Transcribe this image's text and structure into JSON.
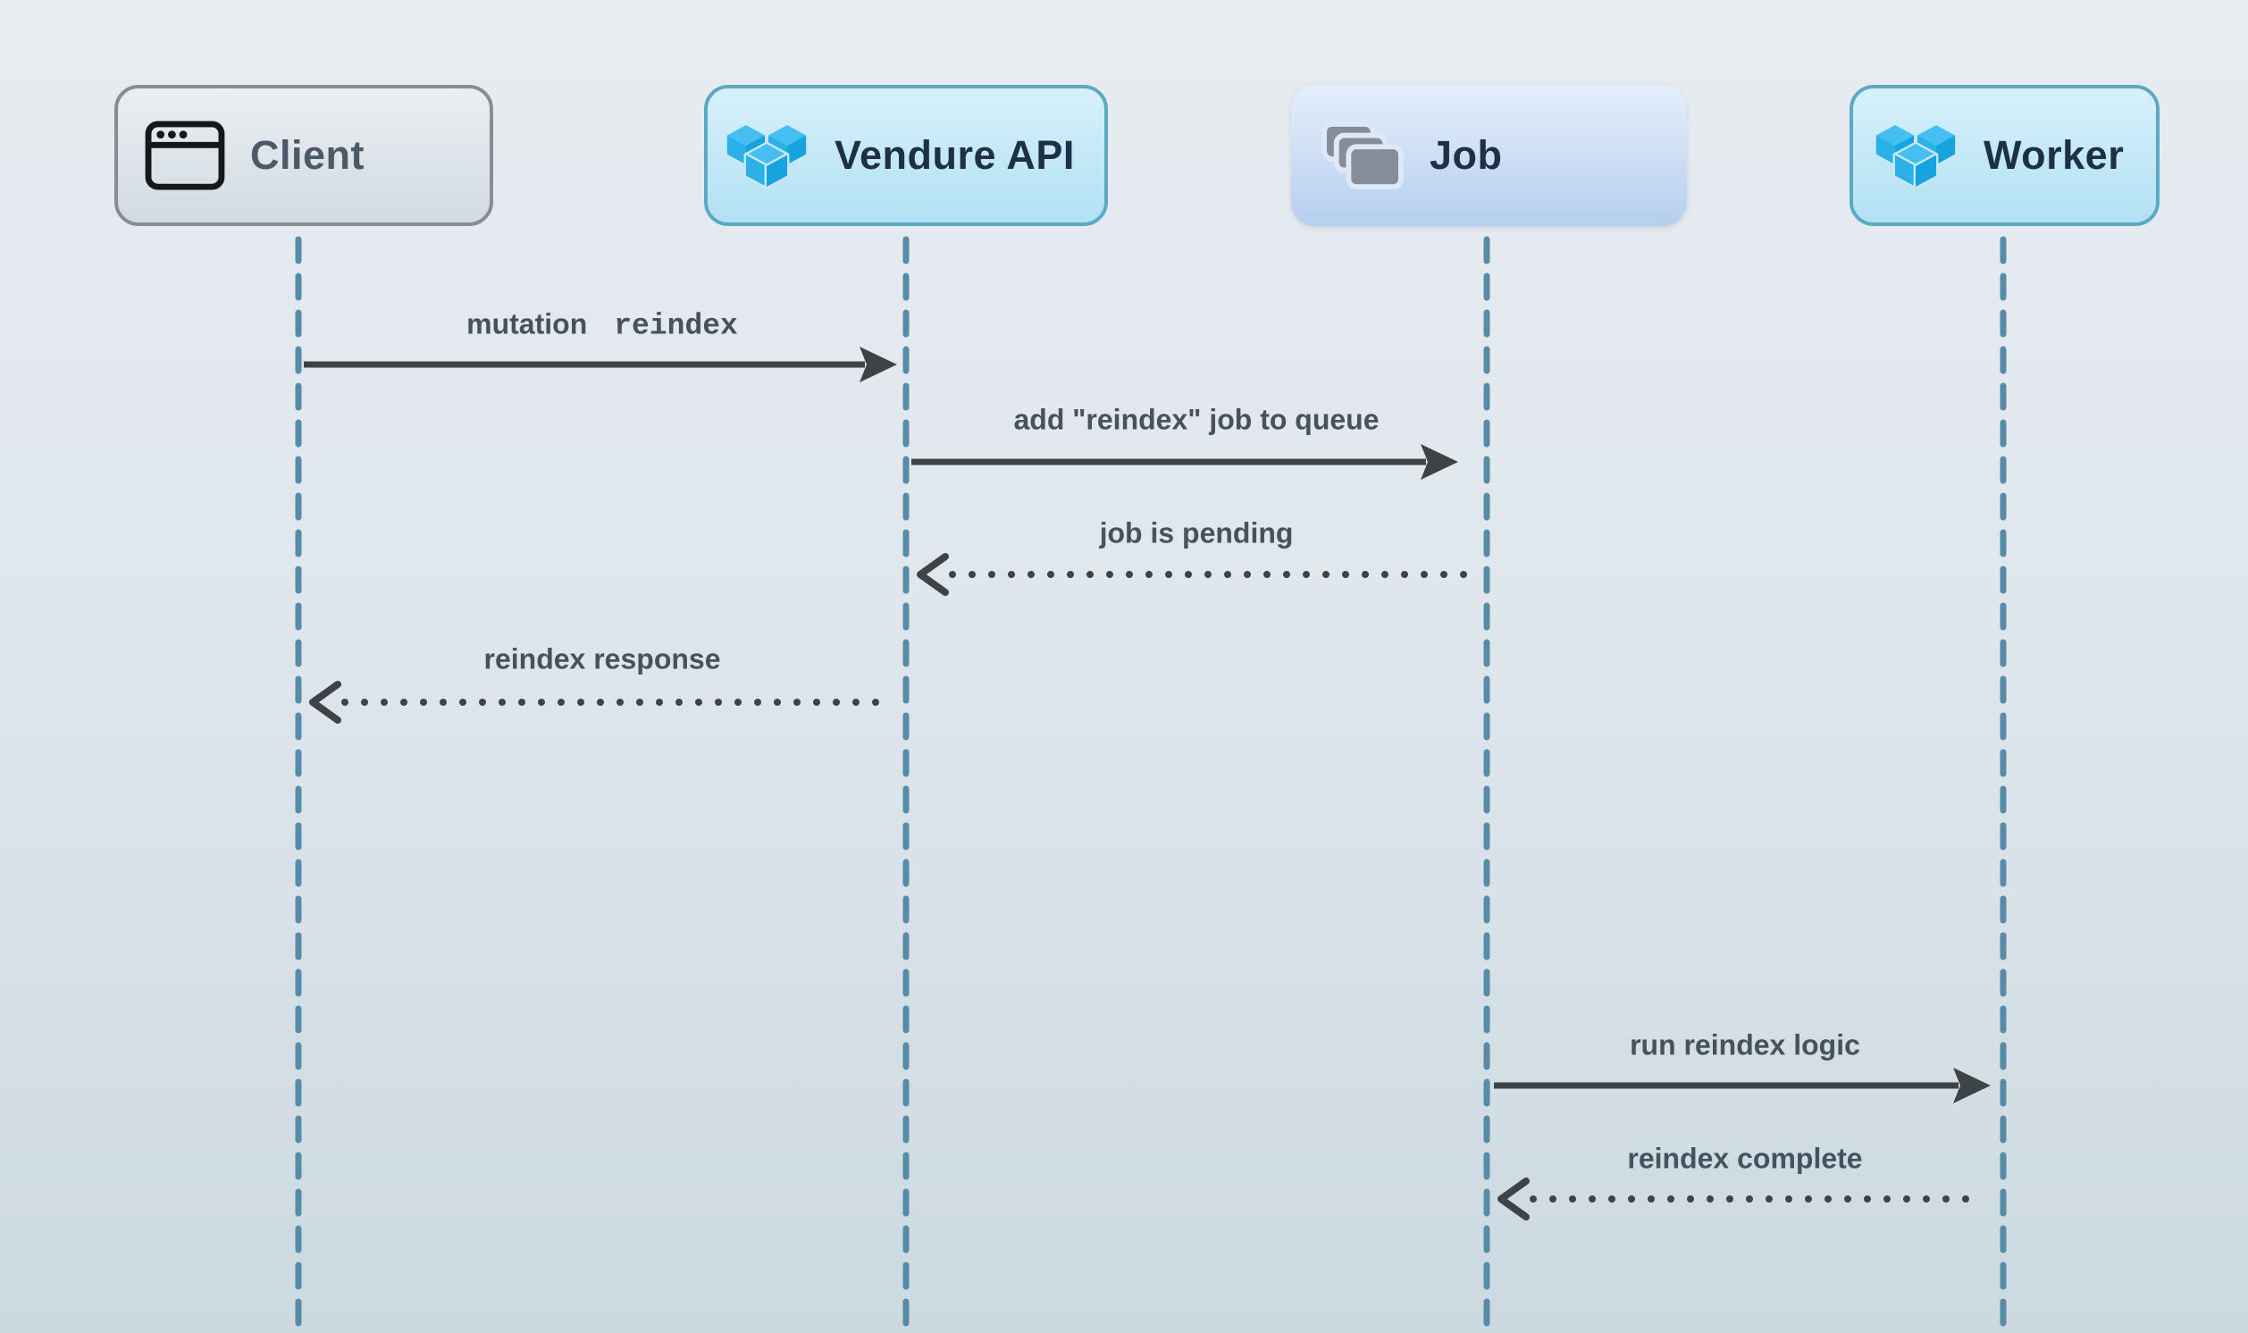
{
  "diagram_type": "sequence-diagram",
  "colors": {
    "background_top": "#e8ecf1",
    "background_bottom": "#ccd9e0",
    "lifeline": "#578ca8",
    "arrow": "#3d4347",
    "message_text": "#46525d",
    "client_text": "#4b5a68",
    "actor_text": "#1e3048",
    "client_border": "#868d95",
    "blue_border": "#5ca9c6",
    "client_bg_top": "#eaeef2",
    "client_bg_bottom": "#d2dbe1",
    "blue_bg_top": "#d7f0fb",
    "blue_bg_bottom": "#b2e1f3",
    "job_bg_top": "#e6eefb",
    "job_bg_bottom": "#b5cfee",
    "job_icon": "#848d99",
    "card_gap": "#dde8f8",
    "icon_dark": "#15181b",
    "vendure_cube_top": "#45bff2",
    "vendure_cube_left": "#2cb0e8",
    "vendure_cube_right": "#16a3de",
    "cube_gap": "#c9e8f5"
  },
  "actors": [
    {
      "label": "Client",
      "icon": "browser-window-icon"
    },
    {
      "label": "Vendure API",
      "icon": "vendure-logo-icon"
    },
    {
      "label": "Job",
      "icon": "stacked-cards-icon"
    },
    {
      "label": "Worker",
      "icon": "vendure-logo-icon"
    }
  ],
  "messages": [
    {
      "text": "mutation",
      "code": "reindex",
      "from": "Client",
      "to": "Vendure API",
      "line": "solid"
    },
    {
      "text": "add \"reindex\" job to queue",
      "from": "Vendure API",
      "to": "Job",
      "line": "solid"
    },
    {
      "text": "job is pending",
      "from": "Job",
      "to": "Vendure API",
      "line": "dotted"
    },
    {
      "text": "reindex response",
      "from": "Vendure API",
      "to": "Client",
      "line": "dotted"
    },
    {
      "text": "run reindex logic",
      "from": "Job",
      "to": "Worker",
      "line": "solid"
    },
    {
      "text": "reindex complete",
      "from": "Worker",
      "to": "Job",
      "line": "dotted"
    }
  ]
}
